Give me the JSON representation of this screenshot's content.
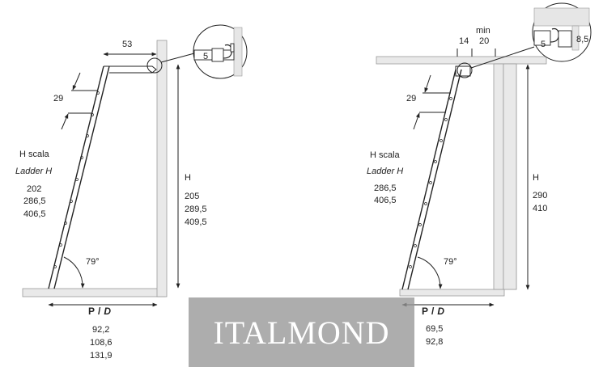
{
  "left": {
    "top_offset": "53",
    "detail_value": "5",
    "step_spacing": "29",
    "ladder_h_label": "H scala",
    "ladder_h_label_en": "Ladder H",
    "ladder_h_values": [
      "202",
      "286,5",
      "406,5"
    ],
    "h_label": "H",
    "h_values": [
      "205",
      "289,5",
      "409,5"
    ],
    "angle": "79°",
    "pd_label_p": "P",
    "pd_label_slash": "/",
    "pd_label_d": "D",
    "pd_values": [
      "92,2",
      "108,6",
      "131,9"
    ]
  },
  "right": {
    "min_label": "min",
    "min_value": "20",
    "offset_value": "14",
    "detail_value": "5",
    "detail_value_2": "8,5",
    "step_spacing": "29",
    "ladder_h_label": "H scala",
    "ladder_h_label_en": "Ladder H",
    "ladder_h_values": [
      "286,5",
      "406,5"
    ],
    "h_label": "H",
    "h_values": [
      "290",
      "410"
    ],
    "angle": "79°",
    "pd_label_p": "P",
    "pd_label_slash": "/",
    "pd_label_d": "D",
    "pd_values": [
      "69,5",
      "92,8"
    ]
  },
  "watermark": "ITALMOND"
}
